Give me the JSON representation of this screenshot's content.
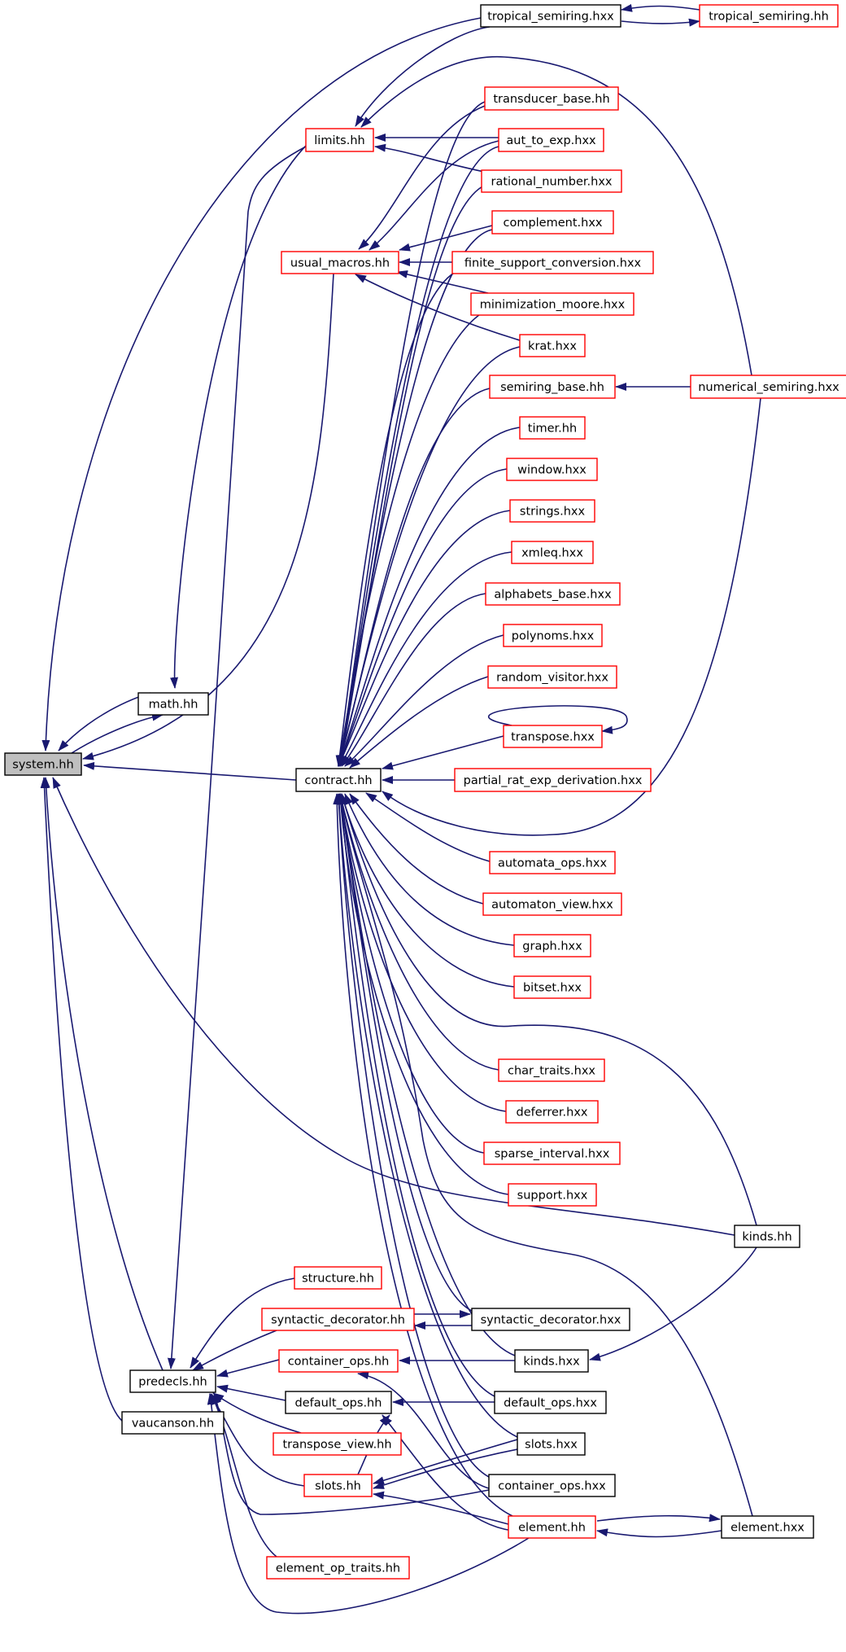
{
  "colors": {
    "edge": "#191970",
    "normal_border": "#000000",
    "missing_border": "#ff0000",
    "highlight_fill": "#bfbfbf"
  },
  "nodes": [
    {
      "id": "system_hh",
      "label": "system.hh",
      "style": "highlight"
    },
    {
      "id": "math_hh",
      "label": "math.hh",
      "style": "normal"
    },
    {
      "id": "tropical_semiring_hxx",
      "label": "tropical_semiring.hxx",
      "style": "normal"
    },
    {
      "id": "tropical_semiring_hh",
      "label": "tropical_semiring.hh",
      "style": "missing"
    },
    {
      "id": "limits_hh",
      "label": "limits.hh",
      "style": "missing"
    },
    {
      "id": "transducer_base_hh",
      "label": "transducer_base.hh",
      "style": "missing"
    },
    {
      "id": "aut_to_exp_hxx",
      "label": "aut_to_exp.hxx",
      "style": "missing"
    },
    {
      "id": "rational_number_hxx",
      "label": "rational_number.hxx",
      "style": "missing"
    },
    {
      "id": "usual_macros_hh",
      "label": "usual_macros.hh",
      "style": "missing"
    },
    {
      "id": "complement_hxx",
      "label": "complement.hxx",
      "style": "missing"
    },
    {
      "id": "finite_support_conversion_hxx",
      "label": "finite_support_conversion.hxx",
      "style": "missing"
    },
    {
      "id": "minimization_moore_hxx",
      "label": "minimization_moore.hxx",
      "style": "missing"
    },
    {
      "id": "krat_hxx",
      "label": "krat.hxx",
      "style": "missing"
    },
    {
      "id": "semiring_base_hh",
      "label": "semiring_base.hh",
      "style": "missing"
    },
    {
      "id": "numerical_semiring_hxx",
      "label": "numerical_semiring.hxx",
      "style": "missing"
    },
    {
      "id": "timer_hh",
      "label": "timer.hh",
      "style": "missing"
    },
    {
      "id": "window_hxx",
      "label": "window.hxx",
      "style": "missing"
    },
    {
      "id": "strings_hxx",
      "label": "strings.hxx",
      "style": "missing"
    },
    {
      "id": "xmleq_hxx",
      "label": "xmleq.hxx",
      "style": "missing"
    },
    {
      "id": "alphabets_base_hxx",
      "label": "alphabets_base.hxx",
      "style": "missing"
    },
    {
      "id": "polynoms_hxx",
      "label": "polynoms.hxx",
      "style": "missing"
    },
    {
      "id": "random_visitor_hxx",
      "label": "random_visitor.hxx",
      "style": "missing"
    },
    {
      "id": "transpose_hxx",
      "label": "transpose.hxx",
      "style": "missing"
    },
    {
      "id": "contract_hh",
      "label": "contract.hh",
      "style": "normal"
    },
    {
      "id": "partial_rat_exp_derivation_hxx",
      "label": "partial_rat_exp_derivation.hxx",
      "style": "missing"
    },
    {
      "id": "automata_ops_hxx",
      "label": "automata_ops.hxx",
      "style": "missing"
    },
    {
      "id": "automaton_view_hxx",
      "label": "automaton_view.hxx",
      "style": "missing"
    },
    {
      "id": "graph_hxx",
      "label": "graph.hxx",
      "style": "missing"
    },
    {
      "id": "bitset_hxx",
      "label": "bitset.hxx",
      "style": "missing"
    },
    {
      "id": "char_traits_hxx",
      "label": "char_traits.hxx",
      "style": "missing"
    },
    {
      "id": "deferrer_hxx",
      "label": "deferrer.hxx",
      "style": "missing"
    },
    {
      "id": "sparse_interval_hxx",
      "label": "sparse_interval.hxx",
      "style": "missing"
    },
    {
      "id": "support_hxx",
      "label": "support.hxx",
      "style": "missing"
    },
    {
      "id": "kinds_hh",
      "label": "kinds.hh",
      "style": "normal"
    },
    {
      "id": "structure_hh",
      "label": "structure.hh",
      "style": "missing"
    },
    {
      "id": "syntactic_decorator_hh",
      "label": "syntactic_decorator.hh",
      "style": "missing"
    },
    {
      "id": "syntactic_decorator_hxx",
      "label": "syntactic_decorator.hxx",
      "style": "normal"
    },
    {
      "id": "container_ops_hh",
      "label": "container_ops.hh",
      "style": "missing"
    },
    {
      "id": "kinds_hxx",
      "label": "kinds.hxx",
      "style": "normal"
    },
    {
      "id": "predecls_hh",
      "label": "predecls.hh",
      "style": "normal"
    },
    {
      "id": "default_ops_hh",
      "label": "default_ops.hh",
      "style": "normal"
    },
    {
      "id": "default_ops_hxx",
      "label": "default_ops.hxx",
      "style": "normal"
    },
    {
      "id": "vaucanson_hh",
      "label": "vaucanson.hh",
      "style": "normal"
    },
    {
      "id": "transpose_view_hh",
      "label": "transpose_view.hh",
      "style": "missing"
    },
    {
      "id": "slots_hxx",
      "label": "slots.hxx",
      "style": "normal"
    },
    {
      "id": "slots_hh",
      "label": "slots.hh",
      "style": "missing"
    },
    {
      "id": "container_ops_hxx",
      "label": "container_ops.hxx",
      "style": "normal"
    },
    {
      "id": "element_hh",
      "label": "element.hh",
      "style": "missing"
    },
    {
      "id": "element_hxx",
      "label": "element.hxx",
      "style": "normal"
    },
    {
      "id": "element_op_traits_hh",
      "label": "element_op_traits.hh",
      "style": "missing"
    }
  ]
}
